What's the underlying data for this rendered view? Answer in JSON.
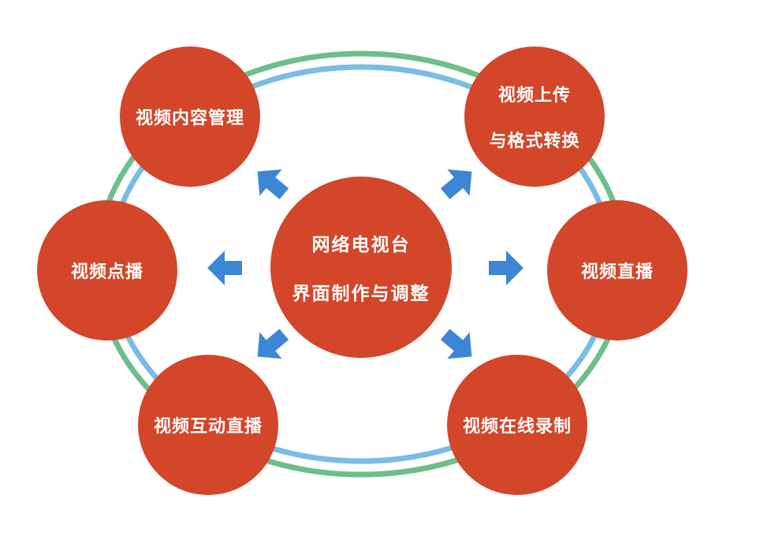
{
  "colors": {
    "node_fill": "#d3462a",
    "node_text": "#ffffff",
    "outer_ring": "#6dbf8a",
    "inner_ring": "#79bce6",
    "arrow": "#3d86d6"
  },
  "center": {
    "lines": [
      "网络电视台",
      "界面制作与调整"
    ]
  },
  "nodes": [
    {
      "id": "content-mgmt",
      "lines": [
        "视频内容管理"
      ]
    },
    {
      "id": "upload-convert",
      "lines": [
        "视频上传",
        "与格式转换"
      ]
    },
    {
      "id": "vod",
      "lines": [
        "视频点播"
      ]
    },
    {
      "id": "live",
      "lines": [
        "视频直播"
      ]
    },
    {
      "id": "interactive-live",
      "lines": [
        "视频互动直播"
      ]
    },
    {
      "id": "online-record",
      "lines": [
        "视频在线录制"
      ]
    }
  ]
}
